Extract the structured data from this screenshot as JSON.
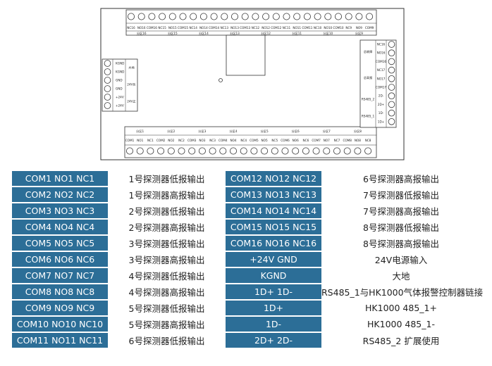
{
  "board": {
    "top_terminals": [
      "NC16",
      "NO16",
      "COM16",
      "NC15",
      "NO15",
      "COM15",
      "NC14",
      "NO14",
      "COM14",
      "NC13",
      "NO13",
      "COM13",
      "NC12",
      "NO12",
      "COM12",
      "NC11",
      "NO11",
      "COM11",
      "NC10",
      "NO10",
      "COM10",
      "NC9",
      "NO9",
      "COM9"
    ],
    "top_groups": [
      "分区16",
      "分区15",
      "分区14",
      "分区13",
      "分区12",
      "分区11",
      "分区10",
      "分区9"
    ],
    "bottom_terminals": [
      "COM1",
      "NO1",
      "NC1",
      "COM2",
      "NO2",
      "NC2",
      "COM3",
      "NO3",
      "NC3",
      "COM4",
      "NO4",
      "NC4",
      "COM5",
      "NO5",
      "NC5",
      "COM6",
      "NO6",
      "NC6",
      "COM7",
      "NO7",
      "NC7",
      "COM8",
      "NO8",
      "NC8"
    ],
    "bottom_groups": [
      "分区1",
      "分区2",
      "分区3",
      "分区4",
      "分区5",
      "分区6",
      "分区7",
      "分区8"
    ],
    "left_terminals": [
      "KGND",
      "KGND",
      "GND",
      "GND",
      "+24V",
      "+24V"
    ],
    "left_groups": [
      "大地",
      "24V负",
      "24V正"
    ],
    "right_terminals": [
      "NC16",
      "NO16",
      "COM16",
      "NC17",
      "NO17",
      "COM17",
      "2D-",
      "2D+",
      "1D-",
      "1D+"
    ],
    "right_groups": [
      "总故障",
      "总高报",
      "RS485_2",
      "RS485_1"
    ]
  },
  "table": {
    "rows": [
      {
        "k1": "COM1 NO1 NC1",
        "v1": "1号探测器低报输出",
        "k2": "COM12 NO12 NC12",
        "v2": "6号探测器高报输出"
      },
      {
        "k1": "COM2 NO2 NC2",
        "v1": "1号探测器高报输出",
        "k2": "COM13 NO13 NC13",
        "v2": "7号探测器低报输出"
      },
      {
        "k1": "COM3 NO3 NC3",
        "v1": "2号探测器低报输出",
        "k2": "COM14 NO14 NC14",
        "v2": "7号探测器高报输出"
      },
      {
        "k1": "COM4 NO4 NC4",
        "v1": "2号探测器高报输出",
        "k2": "COM15 NO15 NC15",
        "v2": "8号探测器低报输出"
      },
      {
        "k1": "COM5 NO5 NC5",
        "v1": "3号探测器低报输出",
        "k2": "COM16 NO16 NC16",
        "v2": "8号探测器高报输出"
      },
      {
        "k1": "COM6 NO6 NC6",
        "v1": "3号探测器高报输出",
        "k2": "+24V  GND",
        "v2": "24V电源输入"
      },
      {
        "k1": "COM7 NO7 NC7",
        "v1": "4号探测器低报输出",
        "k2": "KGND",
        "v2": "大地"
      },
      {
        "k1": "COM8 NO8 NC8",
        "v1": "4号探测器高报输出",
        "k2": "1D+  1D-",
        "v2": "RS485_1与HK1000气体报警控制器链接"
      },
      {
        "k1": "COM9 NO9 NC9",
        "v1": "5号探测器低报输出",
        "k2": "1D+",
        "v2": "HK1000  485_1+"
      },
      {
        "k1": "COM10 NO10 NC10",
        "v1": "5号探测器高报输出",
        "k2": "1D-",
        "v2": "HK1000  485_1-"
      },
      {
        "k1": "COM11 NO11 NC11",
        "v1": "6号探测器低报输出",
        "k2": "2D+  2D-",
        "v2": "RS485_2 扩展使用"
      }
    ]
  }
}
